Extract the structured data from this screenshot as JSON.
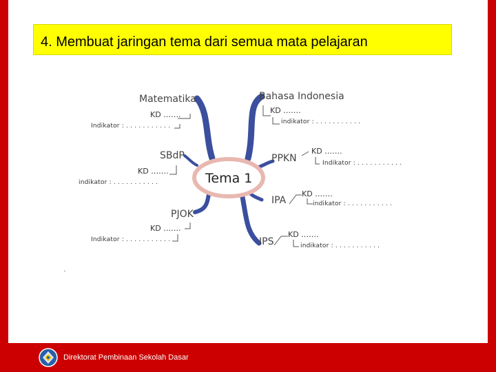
{
  "slide": {
    "title": "4. Membuat jaringan tema dari semua mata pelajaran"
  },
  "mindmap": {
    "center": "Tema 1",
    "left_branches": [
      {
        "subject": "Matematika",
        "kd": "KD …….",
        "indicator": "Indikator : . . . . . . . . . . ."
      },
      {
        "subject": "SBdP",
        "kd": "KD …….",
        "indicator": "indikator : . . . . . . . . . . ."
      },
      {
        "subject": "PJOK",
        "kd": "KD …….",
        "indicator": "Indikator : . . . . . . . . . . ."
      }
    ],
    "right_branches": [
      {
        "subject": "Bahasa Indonesia",
        "kd": "KD …….",
        "indicator": "indikator : . . . . . . . . . . ."
      },
      {
        "subject": "PPKN",
        "kd": "KD …….",
        "indicator": "Indikator : . . . . . . . . . . ."
      },
      {
        "subject": "IPA",
        "kd": "KD …….",
        "indicator": "indikator : . . . . . . . . . . ."
      },
      {
        "subject": "IPS",
        "kd": "KD …….",
        "indicator": "indikator : . . . . . . . . . . ."
      }
    ]
  },
  "footer": {
    "text_prefix": "Direktorat Pembinaan ",
    "text_bold": "Sekolah Dasar",
    "logo_icon": "tut-wuri-handayani-logo"
  },
  "colors": {
    "accent_red": "#cc0000",
    "title_yellow": "#ffff00",
    "branch_blue": "#3b4f9e",
    "center_ring": "#e8b8b0"
  }
}
